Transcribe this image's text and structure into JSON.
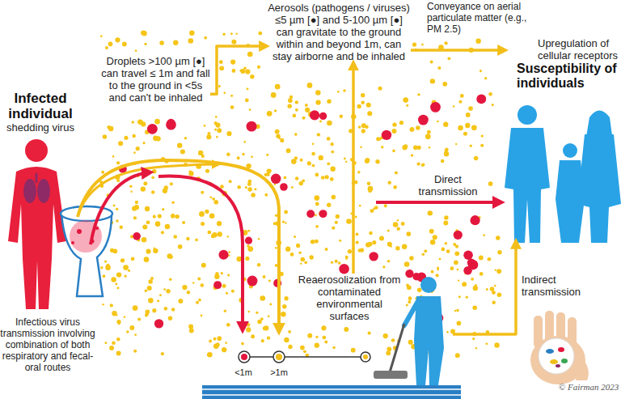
{
  "diagram": {
    "nodes": [
      {
        "text": [
          "Infected individual",
          "shedding virus"
        ]
      },
      {
        "text": [
          "Droplets >100 µm [●] can travel ≤ 1m and fall to the ground in <5s and can't be inhaled"
        ]
      },
      {
        "text": [
          "Aerosols (pathogens / viruses) ≤5 µm [●] and 5-100 µm [●] can gravitate to the ground within and beyond 1m, can stay airborne and be inhaled"
        ]
      },
      {
        "text": [
          "Upregulation of cellular receptors",
          "Susceptibility of individuals"
        ]
      },
      {
        "text": [
          "Reaerosolization from contaminated environmental surfaces"
        ]
      }
    ],
    "edges": [
      {
        "from": 1,
        "to": 2,
        "arrow": "to"
      },
      {
        "from": 2,
        "to": 3,
        "arrow": "to",
        "label": "Conveyance on aerial particulate matter (e.g., PM 2.5)"
      },
      {
        "from": 4,
        "to": 2,
        "arrow": "to"
      },
      {
        "from": 4,
        "to": 3,
        "arrow": "to",
        "label": "Indirect transmission"
      }
    ],
    "labels": [
      "Infectious virus transmission involving combination of both respiratory and fecal-oral routes",
      "Direct transmission",
      "<1m",
      ">1m",
      "© Fairman 2023"
    ]
  }
}
